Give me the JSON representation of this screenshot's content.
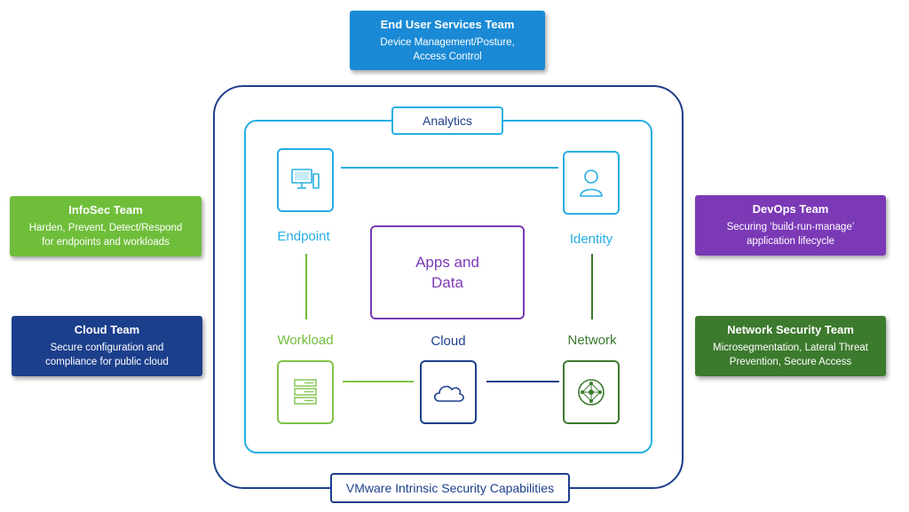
{
  "teams": {
    "end_user": {
      "title": "End User Services Team",
      "desc1": "Device Management/Posture,",
      "desc2": "Access Control",
      "color": "#1a8ad6"
    },
    "infosec": {
      "title": "InfoSec Team",
      "desc1": "Harden, Prevent, Detect/Respond",
      "desc2": "for endpoints and workloads",
      "color": "#6fbe3a"
    },
    "cloud": {
      "title": "Cloud Team",
      "desc1": "Secure configuration and",
      "desc2": "compliance for public cloud",
      "color": "#1c3f8c"
    },
    "devops": {
      "title": "DevOps Team",
      "desc1": "Securing ‘build-run-manage’",
      "desc2": "application lifecycle",
      "color": "#7b39b6"
    },
    "netsec": {
      "title": "Network Security Team",
      "desc1": "Microsegmentation, Lateral Threat",
      "desc2": "Prevention, Secure Access",
      "color": "#3c7a2d"
    }
  },
  "diagram": {
    "analytics_label": "Analytics",
    "capabilities_label": "VMware Intrinsic Security Capabilities",
    "center_line1": "Apps and",
    "center_line2": "Data",
    "nodes": {
      "endpoint": {
        "label": "Endpoint",
        "icon": "monitor-icon",
        "color": "#27aee3"
      },
      "identity": {
        "label": "Identity",
        "icon": "user-icon",
        "color": "#27aee3"
      },
      "workload": {
        "label": "Workload",
        "icon": "server-icon",
        "color": "#7ec34a"
      },
      "cloud": {
        "label": "Cloud",
        "icon": "cloud-icon",
        "color": "#1c3f8c"
      },
      "network": {
        "label": "Network",
        "icon": "network-icon",
        "color": "#3c7a2d"
      }
    },
    "colors": {
      "outer_border": "#1c3f8c",
      "inner_border": "#27aee3",
      "center_border": "#7b39b6"
    }
  }
}
